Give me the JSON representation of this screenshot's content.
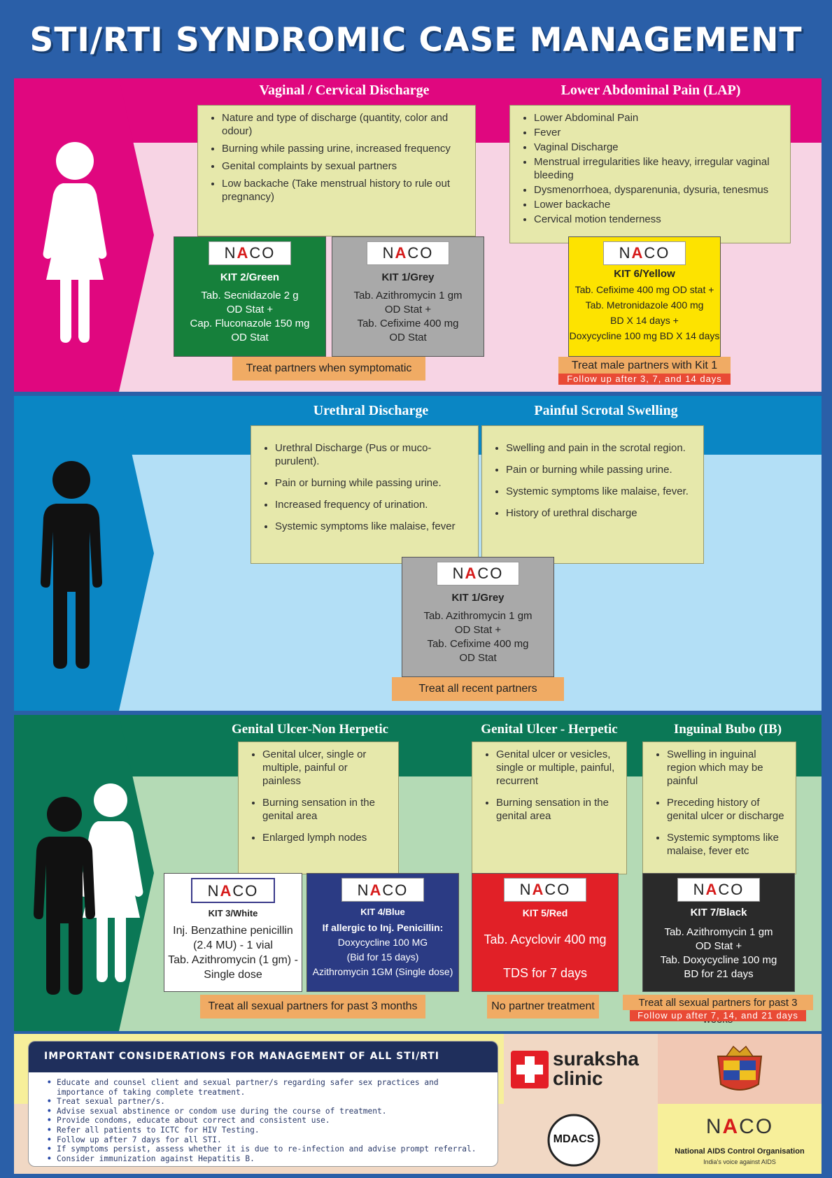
{
  "title": "STI/RTI SYNDROMIC CASE MANAGEMENT",
  "colors": {
    "pink": "#e0077f",
    "light_pink": "#f7d4e4",
    "blue": "#0a86c4",
    "light_blue": "#b3dff6",
    "green": "#0b7856",
    "light_green": "#b4dab5",
    "symptom_box": "#e6e8ab",
    "note": "#f0ab64",
    "followup": "#e94a35"
  },
  "logo": {
    "pre": "N",
    "mid": "A",
    "post": "CO"
  },
  "women": {
    "vaginal": {
      "header": "Vaginal / Cervical Discharge",
      "symptoms": [
        "Nature and type of discharge (quantity, color and odour)",
        "Burning while passing urine, increased frequency",
        "Genital complaints by sexual partners",
        "Low backache (Take menstrual history to rule out pregnancy)"
      ],
      "kit2": {
        "name": "KIT 2/Green",
        "lines": [
          "Tab. Secnidazole 2 g",
          "OD Stat +",
          "Cap. Fluconazole 150 mg",
          "OD Stat"
        ]
      },
      "kit1": {
        "name": "KIT 1/Grey",
        "lines": [
          "Tab. Azithromycin 1 gm",
          "OD Stat +",
          "Tab. Cefixime 400 mg",
          "OD Stat"
        ]
      },
      "note": "Treat partners when symptomatic"
    },
    "lap": {
      "header": "Lower Abdominal Pain (LAP)",
      "symptoms": [
        "Lower Abdominal Pain",
        "Fever",
        "Vaginal Discharge",
        "Menstrual irregularities like heavy, irregular vaginal bleeding",
        "Dysmenorrhoea, dysparenunia, dysuria, tenesmus",
        "Lower backache",
        "Cervical motion tenderness"
      ],
      "kit6": {
        "name": "KIT 6/Yellow",
        "lines": [
          "Tab. Cefixime 400 mg OD stat +",
          "Tab. Metronidazole 400 mg",
          "BD X 14 days +",
          "Doxycycline 100 mg BD X 14 days"
        ]
      },
      "note": "Treat male partners with Kit 1",
      "followup": "Follow up after 3, 7, and 14 days"
    }
  },
  "men": {
    "urethral": {
      "header": "Urethral Discharge",
      "symptoms": [
        "Urethral Discharge (Pus or muco-purulent).",
        "Pain or burning while passing urine.",
        "Increased frequency of urination.",
        "Systemic symptoms like malaise, fever"
      ]
    },
    "scrotal": {
      "header": "Painful Scrotal Swelling",
      "symptoms": [
        "Swelling and pain in the scrotal region.",
        "Pain or burning while passing urine.",
        "Systemic symptoms like malaise, fever.",
        "History of urethral discharge"
      ]
    },
    "kit1": {
      "name": "KIT 1/Grey",
      "lines": [
        "Tab. Azithromycin 1 gm",
        "OD Stat +",
        "Tab. Cefixime 400 mg",
        "OD Stat"
      ]
    },
    "note": "Treat all recent partners"
  },
  "both": {
    "nonherpetic": {
      "header": "Genital Ulcer-Non Herpetic",
      "symptoms": [
        "Genital ulcer, single or multiple, painful or painless",
        "Burning sensation in the genital area",
        "Enlarged lymph nodes"
      ],
      "kit3": {
        "name": "KIT 3/White",
        "lines": [
          "Inj. Benzathine penicillin",
          "(2.4 MU) - 1 vial",
          "Tab. Azithromycin (1 gm) -",
          "Single dose"
        ]
      },
      "kit4": {
        "name": "KIT 4/Blue",
        "lines": [
          "If allergic to Inj. Penicillin:",
          "Doxycycline 100 MG",
          "(Bid for 15 days)",
          "Azithromycin 1GM (Single dose)"
        ]
      },
      "note": "Treat all sexual partners for past 3 months"
    },
    "herpetic": {
      "header": "Genital Ulcer - Herpetic",
      "symptoms": [
        "Genital ulcer or vesicles, single or multiple, painful, recurrent",
        "Burning sensation in the genital area"
      ],
      "kit5": {
        "name": "KIT 5/Red",
        "lines": [
          "Tab. Acyclovir 400 mg",
          "TDS for 7 days"
        ]
      },
      "note": "No partner treatment"
    },
    "bubo": {
      "header": "Inguinal Bubo (IB)",
      "symptoms": [
        "Swelling in inguinal region which may be painful",
        "Preceding history of genital ulcer or discharge",
        "Systemic symptoms like malaise, fever etc"
      ],
      "kit7": {
        "name": "KIT 7/Black",
        "lines": [
          "Tab. Azithromycin 1 gm",
          "OD Stat +",
          "Tab. Doxycycline 100 mg",
          "BD for 21 days"
        ]
      },
      "note": "Treat all sexual partners for past 3 weeks",
      "followup": "Follow up after 7, 14, and 21 days"
    }
  },
  "considerations": {
    "header": "IMPORTANT CONSIDERATIONS FOR MANAGEMENT OF ALL STI/RTI",
    "items": [
      "Educate and counsel client and sexual partner/s regarding safer sex practices and importance of taking complete treatment.",
      "Treat sexual partner/s.",
      "Advise sexual abstinence or condom use during the course of treatment.",
      "Provide condoms, educate about correct and consistent use.",
      "Refer all patients to ICTC for HIV Testing.",
      "Follow up after 7 days for all STI.",
      "If symptoms persist, assess whether it is due to re-infection and advise prompt referral.",
      "Consider immunization against Hepatitis B."
    ]
  },
  "logos": {
    "suraksha_line1": "suraksha",
    "suraksha_line2": "clinic",
    "mdacs": "MDACS",
    "naco_org": "National AIDS Control Organisation",
    "naco_tagline": "India's voice against AIDS"
  }
}
